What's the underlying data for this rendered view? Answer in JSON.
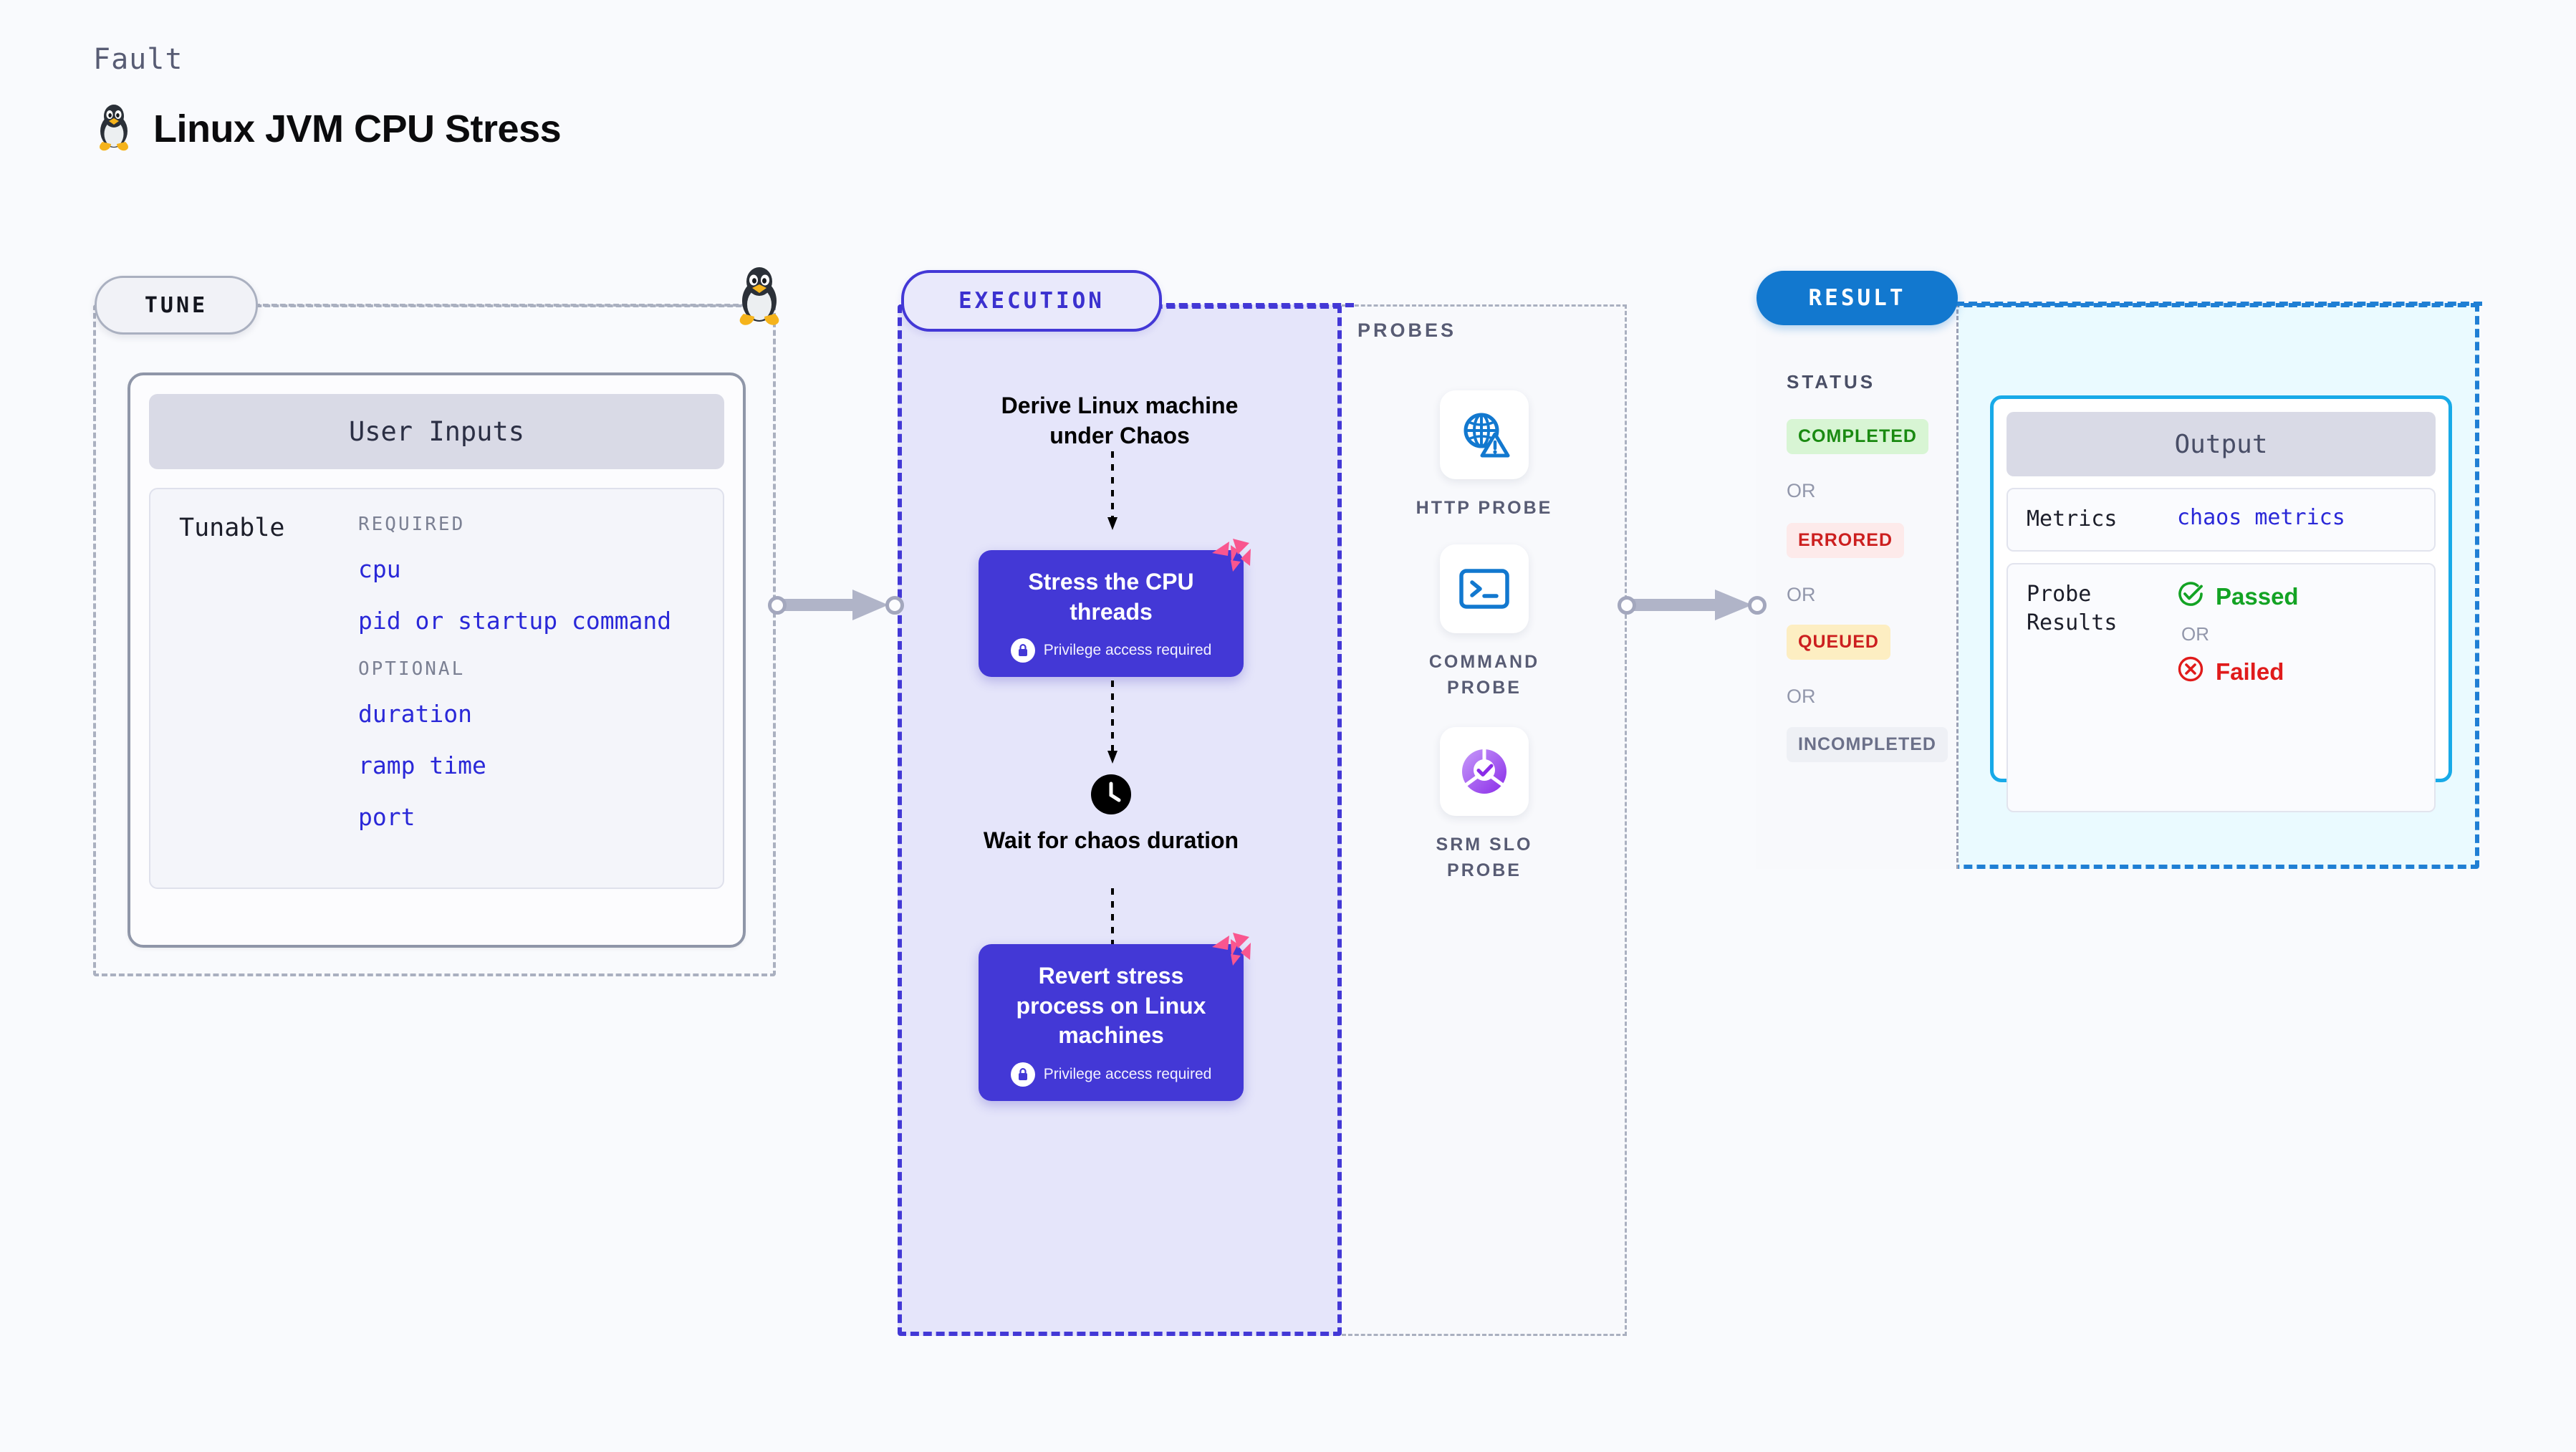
{
  "header": {
    "kicker": "Fault",
    "title": "Linux JVM CPU Stress",
    "icon": "tux-penguin-icon"
  },
  "tune": {
    "badge": "TUNE",
    "card_title": "User Inputs",
    "tunable_label": "Tunable",
    "groups": [
      {
        "heading": "REQUIRED",
        "items": [
          "cpu",
          "pid or startup command"
        ]
      },
      {
        "heading": "OPTIONAL",
        "items": [
          "duration",
          "ramp time",
          "port"
        ]
      }
    ]
  },
  "execution": {
    "badge": "EXECUTION",
    "steps": [
      {
        "type": "text",
        "label": "Derive Linux machine under Chaos"
      },
      {
        "type": "card",
        "label": "Stress the CPU threads",
        "note": "Privilege access required",
        "icon": "lock-icon",
        "ribbon": "fault-ribbon-icon"
      },
      {
        "type": "wait",
        "label": "Wait for chaos duration",
        "icon": "clock-icon"
      },
      {
        "type": "card",
        "label": "Revert stress process on Linux machines",
        "note": "Privilege access required",
        "icon": "lock-icon",
        "ribbon": "fault-ribbon-icon"
      }
    ]
  },
  "probes": {
    "label": "PROBES",
    "items": [
      {
        "caption": "HTTP PROBE",
        "icon": "globe-warning-icon"
      },
      {
        "caption": "COMMAND PROBE",
        "icon": "terminal-icon"
      },
      {
        "caption": "SRM SLO PROBE",
        "icon": "slo-gauge-check-icon"
      }
    ]
  },
  "result": {
    "badge": "RESULT",
    "status_label": "STATUS",
    "or_label": "OR",
    "statuses": [
      {
        "label": "COMPLETED",
        "bg": "#d8f5d4",
        "fg": "#1a8a11"
      },
      {
        "label": "ERRORED",
        "bg": "#fdeaea",
        "fg": "#cc1f1f"
      },
      {
        "label": "QUEUED",
        "bg": "#fdeec2",
        "fg": "#cc1f1f"
      },
      {
        "label": "INCOMPLETED",
        "bg": "#eef0f5",
        "fg": "#6b7089"
      }
    ],
    "output": {
      "title": "Output",
      "metrics_key": "Metrics",
      "metrics_value": "chaos metrics",
      "probe_results_key": "Probe Results",
      "passed_label": "Passed",
      "failed_label": "Failed",
      "or_label": "OR"
    }
  },
  "colors": {
    "canvas": "#f9fafd",
    "indigo": "#4338d6",
    "result_blue": "#1278cf",
    "cyan": "#18aae8",
    "gray_dash": "#aab0c0",
    "pink_ribbon": "#f9568f"
  }
}
